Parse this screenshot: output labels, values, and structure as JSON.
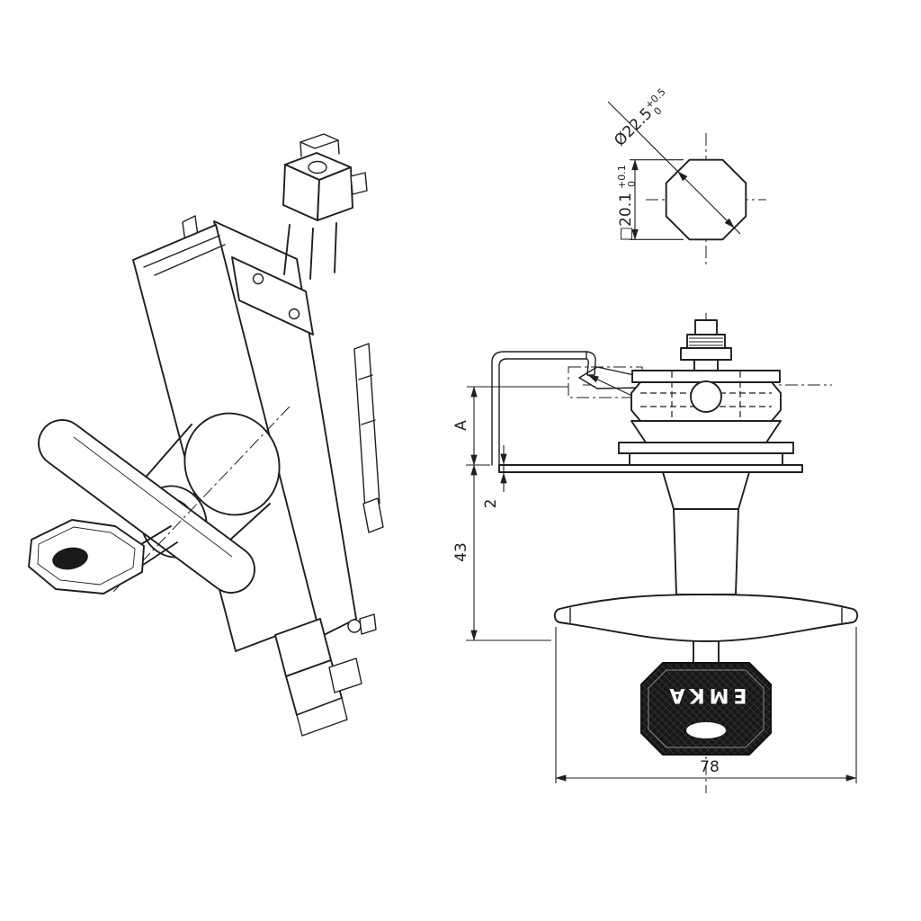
{
  "drawing": {
    "cross_section": {
      "diameter_value": "Ø22.5",
      "diameter_tol_up": "+0.5",
      "diameter_tol_low": "0",
      "square_value": "□20.1",
      "square_tol_up": "+0.1",
      "square_tol_low": "0"
    },
    "front": {
      "dim_a": "A",
      "dim_thickness": "2",
      "dim_height": "43",
      "dim_width": "78",
      "key_brand": "EMKA"
    },
    "colors": {
      "ink": "#1f1f1f",
      "background": "#ffffff",
      "key_fill": "#161616"
    }
  }
}
